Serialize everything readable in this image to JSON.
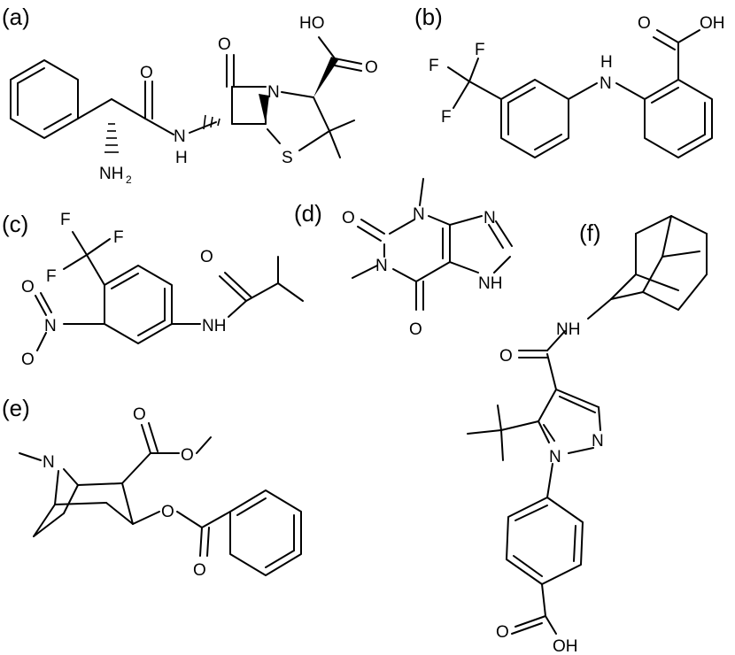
{
  "figure": {
    "panels": [
      {
        "label": "(a)",
        "atoms": {
          "ho": "HO",
          "o_acid": "O",
          "o_amide": "O",
          "o_lactam": "O",
          "n_ring": "N",
          "nh_n": "N",
          "nh_h": "H",
          "s": "S",
          "nh2": "NH",
          "nh2_sub": "2"
        }
      },
      {
        "label": "(b)",
        "atoms": {
          "o": "O",
          "oh": "OH",
          "h": "H",
          "n": "N",
          "f1": "F",
          "f2": "F",
          "f3": "F"
        }
      },
      {
        "label": "(c)",
        "atoms": {
          "f1": "F",
          "f2": "F",
          "f3": "F",
          "o_top": "O",
          "n_nitro": "N",
          "o_bottom": "O",
          "o_amide": "O",
          "nh": "NH"
        }
      },
      {
        "label": "(d)",
        "atoms": {
          "o1": "O",
          "n_top": "N",
          "n_imid": "N",
          "n_left": "N",
          "nh": "NH",
          "o2": "O"
        }
      },
      {
        "label": "(e)",
        "atoms": {
          "o_ester": "O",
          "o_methoxy": "O",
          "n": "N",
          "o_link": "O",
          "o_carbonyl": "O"
        }
      },
      {
        "label": "(f)",
        "atoms": {
          "nh": "NH",
          "o_amide": "O",
          "n1": "N",
          "n2": "N",
          "o": "O",
          "oh": "OH"
        }
      }
    ]
  }
}
